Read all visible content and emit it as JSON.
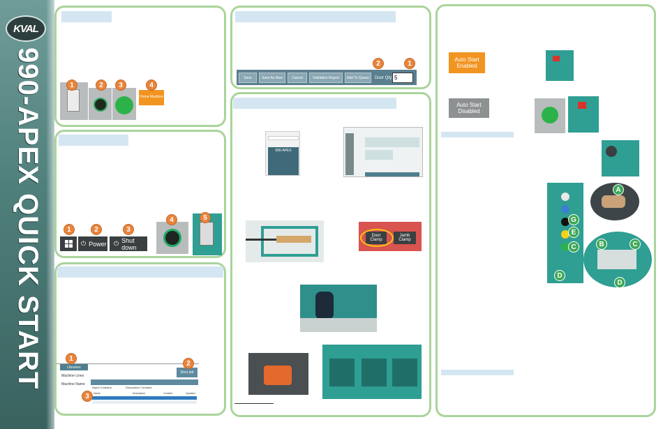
{
  "sidebar": {
    "logo_text": "KVAL",
    "title": "990-APEX QUICK START"
  },
  "power_on": {
    "badges": [
      "1",
      "2",
      "3",
      "4"
    ],
    "home_button": "Home Machine"
  },
  "shutdown": {
    "badges": [
      "1",
      "2",
      "3",
      "4",
      "5"
    ],
    "power_label": "Power",
    "shutdown_label": "Shut down"
  },
  "job_queue": {
    "badges": [
      "1",
      "2"
    ],
    "buttons": [
      "Save",
      "Save As New",
      "Cancel",
      "Validation Report",
      "Add To Queue"
    ],
    "door_qty_label": "Door Qty:",
    "door_qty_value": "5"
  },
  "library": {
    "badges": [
      "1",
      "2",
      "3"
    ],
    "libraries_tab": "Libraries",
    "machine_lines": "Machine Lines",
    "machine_name": "Machine Name",
    "door_job_button": "Door job",
    "filter_name_label": "Name Contains:",
    "filter_desc_label": "Description Contains:",
    "columns": [
      "Name",
      "Description",
      "Created",
      "Updated"
    ]
  },
  "menu_panel": {
    "machine_name": "990-APEX"
  },
  "clamps": {
    "door_clamp": "Door Clamp",
    "jamb_clamp": "Jamb Clamp"
  },
  "auto_start": {
    "enabled": "Auto Start Enabled",
    "disabled": "Auto Start Disabled"
  },
  "letters": [
    "A",
    "B",
    "C",
    "D",
    "E",
    "G"
  ]
}
